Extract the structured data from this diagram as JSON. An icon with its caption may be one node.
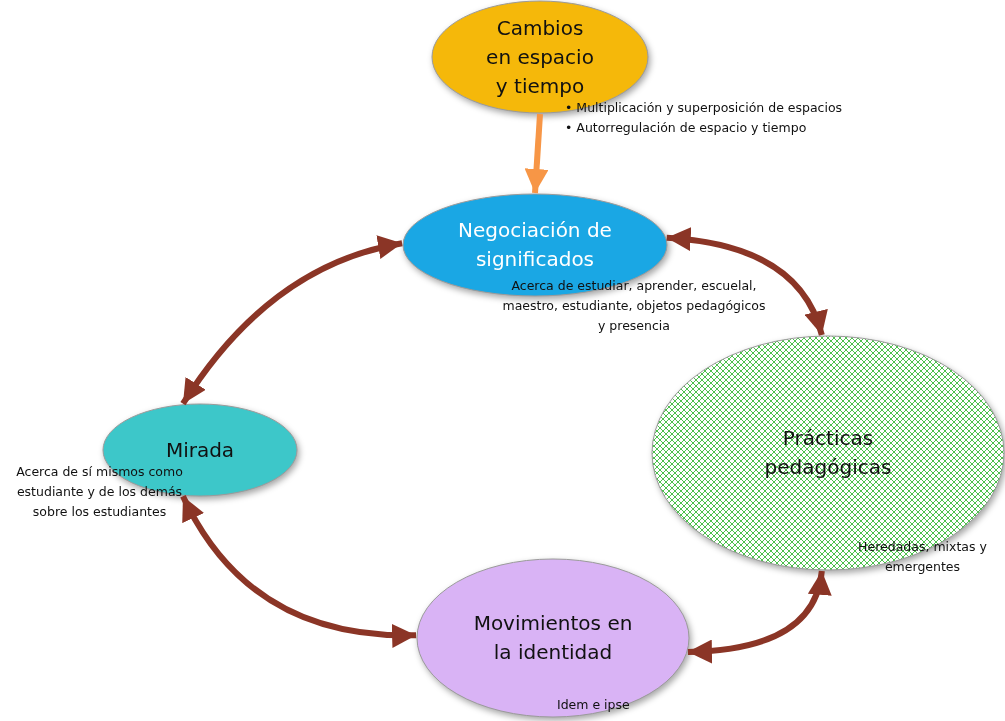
{
  "diagram": {
    "nodes": [
      {
        "text": [
          "Cambios en espacio y tiempo"
        ],
        "beside": [
          "• Multiplicación y superposición de espacios",
          "• Autorregulación de espacio y tiempo"
        ]
      },
      {
        "text": [
          "Negociación de significados"
        ],
        "beside": [
          "Acerca de estudiar, aprender, escuelal, maestro, estudiante, objetos pedagógicos y presencia"
        ]
      },
      {
        "text": [
          "Mirada"
        ],
        "beside": [
          "Acerca de sí mismos como estudiante y de los demás sobre los estudiantes"
        ]
      },
      {
        "text": [
          "Prácticas pedagógicas"
        ],
        "beside": [
          "Heredadas, mixtas y emergentes"
        ]
      },
      {
        "text": [
          "Movimientos en la identidad",
          "Idem e ipse"
        ]
      }
    ],
    "edges": [
      {
        "from": 0,
        "to": 1,
        "arrow": "to",
        "color": "#f79646"
      },
      {
        "from": 1,
        "to": 3,
        "arrow": "both"
      },
      {
        "from": 1,
        "to": 2,
        "arrow": "both"
      },
      {
        "from": 2,
        "to": 4,
        "arrow": "both"
      },
      {
        "from": 4,
        "to": 3,
        "arrow": "both"
      }
    ]
  }
}
